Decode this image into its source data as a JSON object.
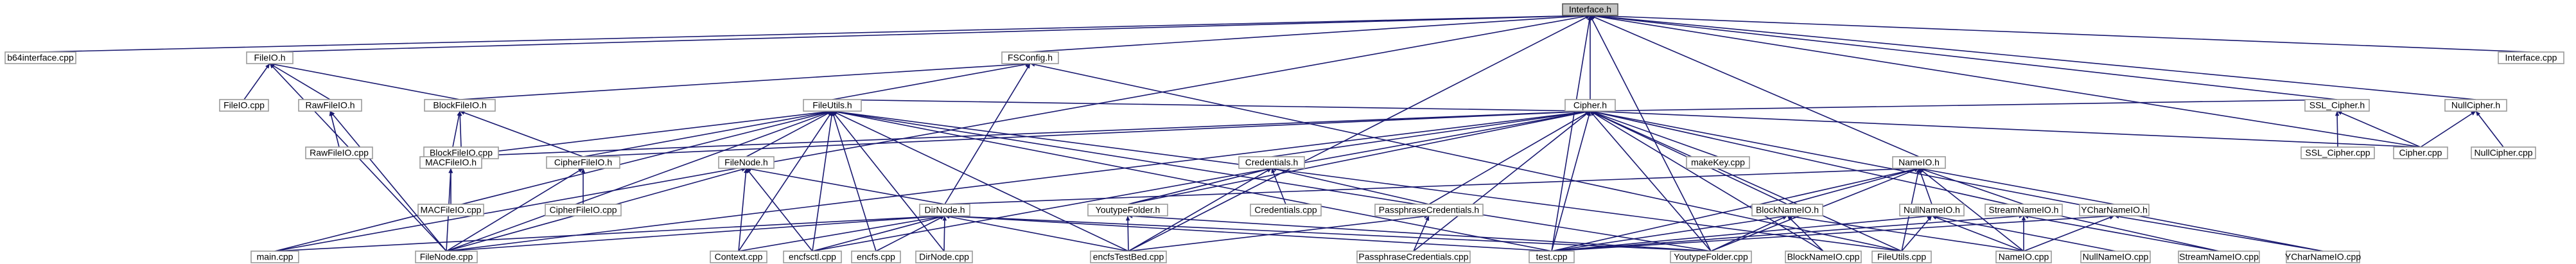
{
  "diagram_data": {
    "type": "include-dependency-graph",
    "colors": {
      "edge": "#191970",
      "node_border": "#9a9a9a",
      "root_fill": "#c6c6c6",
      "root_border": "#555555",
      "label": "#000000"
    },
    "root": "interface",
    "nodes": [
      {
        "id": "interface",
        "label": "Interface.h"
      },
      {
        "id": "b64interface_cpp",
        "label": "b64interface.cpp"
      },
      {
        "id": "fileio_h",
        "label": "FileIO.h"
      },
      {
        "id": "fsconfig_h",
        "label": "FSConfig.h"
      },
      {
        "id": "cipher_h",
        "label": "Cipher.h"
      },
      {
        "id": "nameio_h",
        "label": "NameIO.h"
      },
      {
        "id": "nullcipher_h",
        "label": "NullCipher.h"
      },
      {
        "id": "interface_cpp",
        "label": "Interface.cpp"
      },
      {
        "id": "fileio_cpp",
        "label": "FileIO.cpp"
      },
      {
        "id": "rawfileio_h",
        "label": "RawFileIO.h"
      },
      {
        "id": "blockfileio_h",
        "label": "BlockFileIO.h"
      },
      {
        "id": "fileutils_h",
        "label": "FileUtils.h"
      },
      {
        "id": "rawfileio_cpp",
        "label": "RawFileIO.cpp"
      },
      {
        "id": "blockfileio_cpp",
        "label": "BlockFileIO.cpp"
      },
      {
        "id": "macfileio_h",
        "label": "MACFileIO.h"
      },
      {
        "id": "cipherfileio_h",
        "label": "CipherFileIO.h"
      },
      {
        "id": "filenode_h",
        "label": "FileNode.h"
      },
      {
        "id": "credentials_h",
        "label": "Credentials.h"
      },
      {
        "id": "makekey_cpp",
        "label": "makeKey.cpp"
      },
      {
        "id": "ssl_cipher_h",
        "label": "SSL_Cipher.h"
      },
      {
        "id": "macfileio_cpp",
        "label": "MACFileIO.cpp"
      },
      {
        "id": "cipherfileio_cpp",
        "label": "CipherFileIO.cpp"
      },
      {
        "id": "dirnode_h",
        "label": "DirNode.h"
      },
      {
        "id": "youtypefolder_h",
        "label": "YoutypeFolder.h"
      },
      {
        "id": "credentials_cpp",
        "label": "Credentials.cpp"
      },
      {
        "id": "passphrasecredentials_h",
        "label": "PassphraseCredentials.h"
      },
      {
        "id": "blocknameio_h",
        "label": "BlockNameIO.h"
      },
      {
        "id": "nullnameio_h",
        "label": "NullNameIO.h"
      },
      {
        "id": "streamnameio_h",
        "label": "StreamNameIO.h"
      },
      {
        "id": "ycharnameio_h",
        "label": "YCharNameIO.h"
      },
      {
        "id": "ssl_cipher_cpp",
        "label": "SSL_Cipher.cpp"
      },
      {
        "id": "cipher_cpp",
        "label": "Cipher.cpp"
      },
      {
        "id": "nullcipher_cpp",
        "label": "NullCipher.cpp"
      },
      {
        "id": "main_cpp",
        "label": "main.cpp"
      },
      {
        "id": "filenode_cpp",
        "label": "FileNode.cpp"
      },
      {
        "id": "context_cpp",
        "label": "Context.cpp"
      },
      {
        "id": "encfsctl_cpp",
        "label": "encfsctl.cpp"
      },
      {
        "id": "encfs_cpp",
        "label": "encfs.cpp"
      },
      {
        "id": "dirnode_cpp",
        "label": "DirNode.cpp"
      },
      {
        "id": "encfstestbed_cpp",
        "label": "encfsTestBed.cpp"
      },
      {
        "id": "passphrasecredentials_cpp",
        "label": "PassphraseCredentials.cpp"
      },
      {
        "id": "test_cpp",
        "label": "test.cpp"
      },
      {
        "id": "youtypefolder_cpp",
        "label": "YoutypeFolder.cpp"
      },
      {
        "id": "blocknameio_cpp",
        "label": "BlockNameIO.cpp"
      },
      {
        "id": "fileutils_cpp",
        "label": "FileUtils.cpp"
      },
      {
        "id": "nameio_cpp",
        "label": "NameIO.cpp"
      },
      {
        "id": "nullnameio_cpp",
        "label": "NullNameIO.cpp"
      },
      {
        "id": "streamnameio_cpp",
        "label": "StreamNameIO.cpp"
      },
      {
        "id": "ycharnameio_cpp",
        "label": "YCharNameIO.cpp"
      }
    ],
    "edges": [
      [
        "interface",
        "b64interface_cpp"
      ],
      [
        "interface",
        "fileio_h"
      ],
      [
        "interface",
        "fsconfig_h"
      ],
      [
        "interface",
        "cipher_h"
      ],
      [
        "interface",
        "nameio_h"
      ],
      [
        "interface",
        "nullcipher_h"
      ],
      [
        "interface",
        "interface_cpp"
      ],
      [
        "interface",
        "main_cpp"
      ],
      [
        "interface",
        "encfstestbed_cpp"
      ],
      [
        "interface",
        "test_cpp"
      ],
      [
        "interface",
        "youtypefolder_cpp"
      ],
      [
        "interface",
        "ssl_cipher_h"
      ],
      [
        "interface",
        "cipher_cpp"
      ],
      [
        "fileio_h",
        "fileio_cpp"
      ],
      [
        "fileio_h",
        "rawfileio_h"
      ],
      [
        "fileio_h",
        "blockfileio_h"
      ],
      [
        "fileio_h",
        "filenode_cpp"
      ],
      [
        "rawfileio_h",
        "rawfileio_cpp"
      ],
      [
        "rawfileio_h",
        "filenode_cpp"
      ],
      [
        "blockfileio_h",
        "blockfileio_cpp"
      ],
      [
        "blockfileio_h",
        "macfileio_h"
      ],
      [
        "blockfileio_h",
        "cipherfileio_h"
      ],
      [
        "fsconfig_h",
        "fileutils_h"
      ],
      [
        "fsconfig_h",
        "blockfileio_h"
      ],
      [
        "fsconfig_h",
        "dirnode_h"
      ],
      [
        "fsconfig_h",
        "fileutils_cpp"
      ],
      [
        "fileutils_h",
        "main_cpp"
      ],
      [
        "fileutils_h",
        "filenode_cpp"
      ],
      [
        "fileutils_h",
        "macfileio_h"
      ],
      [
        "fileutils_h",
        "cipherfileio_h"
      ],
      [
        "fileutils_h",
        "filenode_h"
      ],
      [
        "fileutils_h",
        "context_cpp"
      ],
      [
        "fileutils_h",
        "encfsctl_cpp"
      ],
      [
        "fileutils_h",
        "encfs_cpp"
      ],
      [
        "fileutils_h",
        "dirnode_cpp"
      ],
      [
        "fileutils_h",
        "encfstestbed_cpp"
      ],
      [
        "fileutils_h",
        "test_cpp"
      ],
      [
        "fileutils_h",
        "youtypefolder_cpp"
      ],
      [
        "fileutils_h",
        "fileutils_cpp"
      ],
      [
        "macfileio_h",
        "macfileio_cpp"
      ],
      [
        "macfileio_h",
        "filenode_cpp"
      ],
      [
        "cipherfileio_h",
        "cipherfileio_cpp"
      ],
      [
        "cipherfileio_h",
        "filenode_cpp"
      ],
      [
        "filenode_h",
        "filenode_cpp"
      ],
      [
        "filenode_h",
        "dirnode_h"
      ],
      [
        "filenode_h",
        "context_cpp"
      ],
      [
        "filenode_h",
        "encfsctl_cpp"
      ],
      [
        "cipher_h",
        "fileutils_h"
      ],
      [
        "cipher_h",
        "credentials_h"
      ],
      [
        "cipher_h",
        "makekey_cpp"
      ],
      [
        "cipher_h",
        "ssl_cipher_h"
      ],
      [
        "cipher_h",
        "macfileio_h"
      ],
      [
        "cipher_h",
        "cipherfileio_h"
      ],
      [
        "cipher_h",
        "filenode_cpp"
      ],
      [
        "cipher_h",
        "encfsctl_cpp"
      ],
      [
        "cipher_h",
        "passphrasecredentials_h"
      ],
      [
        "cipher_h",
        "youtypefolder_h"
      ],
      [
        "cipher_h",
        "passphrasecredentials_cpp"
      ],
      [
        "cipher_h",
        "test_cpp"
      ],
      [
        "cipher_h",
        "youtypefolder_cpp"
      ],
      [
        "cipher_h",
        "blocknameio_h"
      ],
      [
        "cipher_h",
        "fileutils_cpp"
      ],
      [
        "cipher_h",
        "streamnameio_cpp"
      ],
      [
        "cipher_h",
        "ycharnameio_cpp"
      ],
      [
        "cipher_h",
        "cipher_cpp"
      ],
      [
        "cipher_h",
        "blocknameio_cpp"
      ],
      [
        "credentials_h",
        "credentials_cpp"
      ],
      [
        "credentials_h",
        "youtypefolder_h"
      ],
      [
        "credentials_h",
        "passphrasecredentials_h"
      ],
      [
        "credentials_h",
        "encfstestbed_cpp"
      ],
      [
        "youtypefolder_h",
        "encfstestbed_cpp"
      ],
      [
        "youtypefolder_h",
        "youtypefolder_cpp"
      ],
      [
        "passphrasecredentials_h",
        "passphrasecredentials_cpp"
      ],
      [
        "passphrasecredentials_h",
        "encfstestbed_cpp"
      ],
      [
        "dirnode_h",
        "main_cpp"
      ],
      [
        "dirnode_h",
        "filenode_cpp"
      ],
      [
        "dirnode_h",
        "context_cpp"
      ],
      [
        "dirnode_h",
        "encfsctl_cpp"
      ],
      [
        "dirnode_h",
        "encfs_cpp"
      ],
      [
        "dirnode_h",
        "dirnode_cpp"
      ],
      [
        "dirnode_h",
        "encfstestbed_cpp"
      ],
      [
        "dirnode_h",
        "test_cpp"
      ],
      [
        "dirnode_h",
        "youtypefolder_cpp"
      ],
      [
        "nameio_h",
        "dirnode_h"
      ],
      [
        "nameio_h",
        "blocknameio_h"
      ],
      [
        "nameio_h",
        "nullnameio_h"
      ],
      [
        "nameio_h",
        "streamnameio_h"
      ],
      [
        "nameio_h",
        "ycharnameio_h"
      ],
      [
        "nameio_h",
        "test_cpp"
      ],
      [
        "nameio_h",
        "youtypefolder_cpp"
      ],
      [
        "nameio_h",
        "fileutils_cpp"
      ],
      [
        "nameio_h",
        "nameio_cpp"
      ],
      [
        "blocknameio_h",
        "blocknameio_cpp"
      ],
      [
        "blocknameio_h",
        "test_cpp"
      ],
      [
        "blocknameio_h",
        "youtypefolder_cpp"
      ],
      [
        "blocknameio_h",
        "nameio_cpp"
      ],
      [
        "nullnameio_h",
        "nullnameio_cpp"
      ],
      [
        "nullnameio_h",
        "test_cpp"
      ],
      [
        "nullnameio_h",
        "fileutils_cpp"
      ],
      [
        "nullnameio_h",
        "nameio_cpp"
      ],
      [
        "streamnameio_h",
        "streamnameio_cpp"
      ],
      [
        "streamnameio_h",
        "test_cpp"
      ],
      [
        "streamnameio_h",
        "nameio_cpp"
      ],
      [
        "ycharnameio_h",
        "ycharnameio_cpp"
      ],
      [
        "ycharnameio_h",
        "test_cpp"
      ],
      [
        "ycharnameio_h",
        "nameio_cpp"
      ],
      [
        "ssl_cipher_h",
        "ssl_cipher_cpp"
      ],
      [
        "ssl_cipher_h",
        "cipher_cpp"
      ],
      [
        "nullcipher_h",
        "nullcipher_cpp"
      ],
      [
        "nullcipher_h",
        "cipher_cpp"
      ]
    ]
  }
}
